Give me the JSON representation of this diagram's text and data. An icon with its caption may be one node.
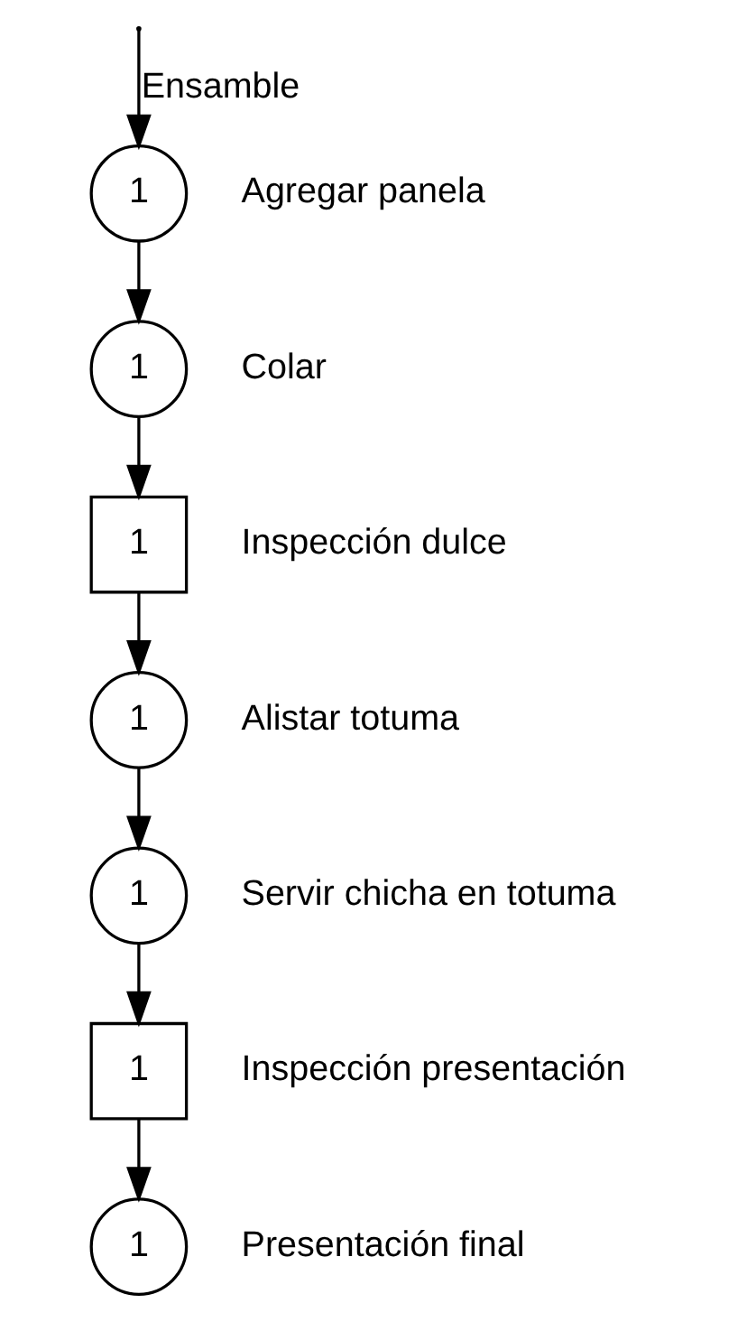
{
  "diagram": {
    "nodes": [
      {
        "text": [
          "1"
        ],
        "beside": [
          "Agregar panela"
        ]
      },
      {
        "text": [
          "1"
        ],
        "beside": [
          "Colar"
        ]
      },
      {
        "text": [
          "1"
        ],
        "beside": [
          "Inspección dulce"
        ]
      },
      {
        "text": [
          "1"
        ],
        "beside": [
          "Alistar totuma"
        ]
      },
      {
        "text": [
          "1"
        ],
        "beside": [
          "Servir chicha en totuma"
        ]
      },
      {
        "text": [
          "1"
        ],
        "beside": [
          "Inspección presentación"
        ]
      },
      {
        "text": [
          "1"
        ],
        "beside": [
          "Presentación final"
        ]
      }
    ],
    "edges": [
      {
        "from": null,
        "to": 0,
        "arrow": "to",
        "label": "Ensamble"
      },
      {
        "from": 0,
        "to": 1,
        "arrow": "to"
      },
      {
        "from": 1,
        "to": 2,
        "arrow": "to"
      },
      {
        "from": 2,
        "to": 3,
        "arrow": "to"
      },
      {
        "from": 3,
        "to": 4,
        "arrow": "to"
      },
      {
        "from": 4,
        "to": 5,
        "arrow": "to"
      },
      {
        "from": 5,
        "to": 6,
        "arrow": "to"
      }
    ]
  }
}
